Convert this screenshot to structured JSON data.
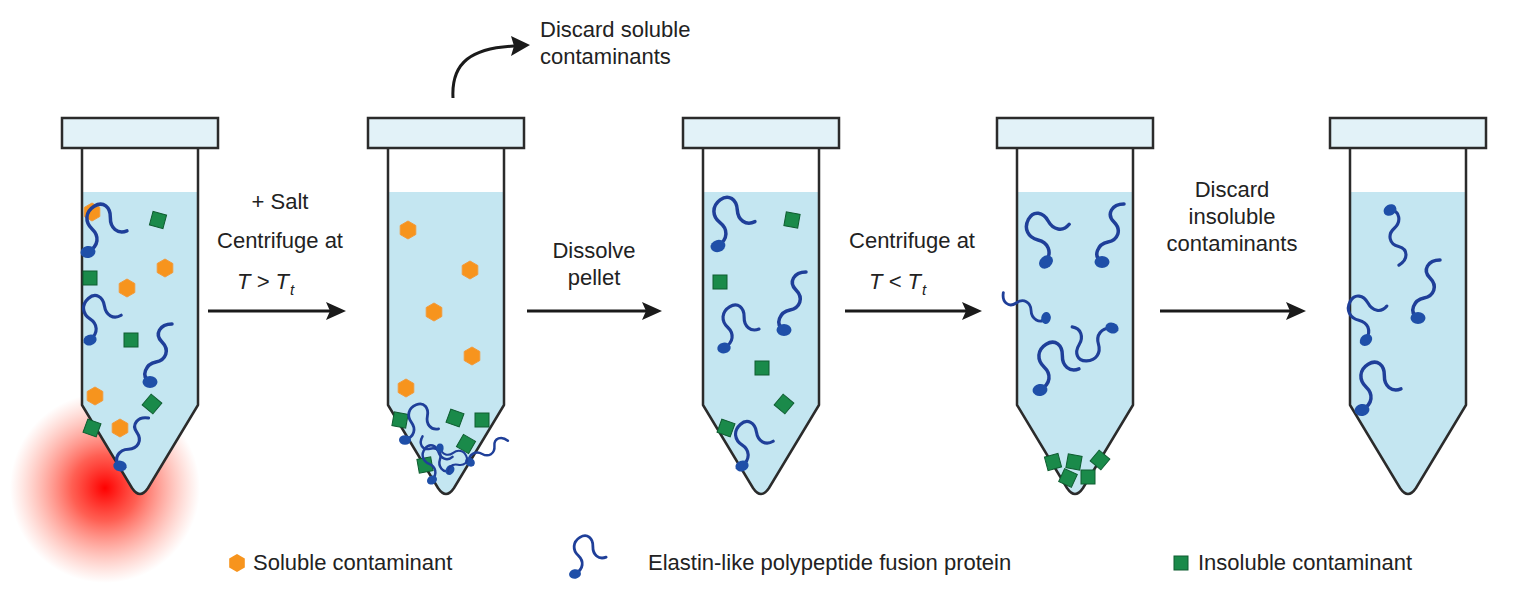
{
  "diagram": {
    "labels": [
      "Discard soluble contaminants",
      "+ Salt",
      "Centrifuge at",
      "T > T",
      "t",
      "Dissolve pellet",
      "Centrifuge at",
      "T < T",
      "t",
      "Discard insoluble contaminants"
    ],
    "legend": [
      {
        "text": "Soluble contaminant",
        "color": "#f7941d"
      },
      {
        "text": "Elastin-like polypeptide fusion protein"
      },
      {
        "text": "Insoluble contaminant",
        "color": "#1a8a4a"
      }
    ]
  }
}
